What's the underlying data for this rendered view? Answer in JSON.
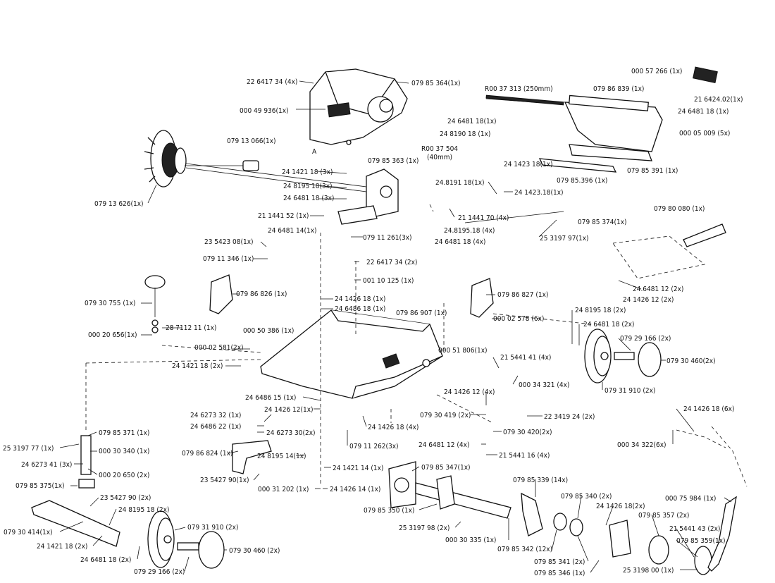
{
  "labels": [
    {
      "id": "l1",
      "text": "22 6417 34 (4x)"
    },
    {
      "id": "l2",
      "text": "079 85 364(1x)"
    },
    {
      "id": "l3",
      "text": "000 57 266 (1x)"
    },
    {
      "id": "l4",
      "text": "R00 37 313 (250mm)"
    },
    {
      "id": "l5",
      "text": "079 86 839 (1x)"
    },
    {
      "id": "l6",
      "text": "21 6424.02(1x)"
    },
    {
      "id": "l7",
      "text": "24 6481 18 (1x)"
    },
    {
      "id": "l8",
      "text": "000 49 936(1x)"
    },
    {
      "id": "l9",
      "text": "24 6481 18(1x)"
    },
    {
      "id": "l10",
      "text": "24 8190 18 (1x)"
    },
    {
      "id": "l11",
      "text": "000 05 009 (5x)"
    },
    {
      "id": "l12",
      "text": "079 13 066(1x)"
    },
    {
      "id": "l13",
      "text": "R00 37 504"
    },
    {
      "id": "l14",
      "text": "(40mm)"
    },
    {
      "id": "l15",
      "text": "24 1423 18(1x)"
    },
    {
      "id": "l16",
      "text": "079 85 363 (1x)"
    },
    {
      "id": "l17",
      "text": "079 85 391 (1x)"
    },
    {
      "id": "l18",
      "text": "24 1421 18 (3x)"
    },
    {
      "id": "l19",
      "text": "079 85.396 (1x)"
    },
    {
      "id": "l20",
      "text": "24 8195 18(3x)"
    },
    {
      "id": "l21",
      "text": "24 6481 18 (3x)"
    },
    {
      "id": "l22",
      "text": "24.8191 18(1x)"
    },
    {
      "id": "l23",
      "text": "24 1423.18(1x)"
    },
    {
      "id": "l24",
      "text": "079 13 626(1x)"
    },
    {
      "id": "l25",
      "text": "079 80 080 (1x)"
    },
    {
      "id": "l26",
      "text": "21 1441 52 (1x)"
    },
    {
      "id": "l27",
      "text": "21 1441 70 (4x)"
    },
    {
      "id": "l28",
      "text": "079 85 374(1x)"
    },
    {
      "id": "l29",
      "text": "24 6481 14(1x)"
    },
    {
      "id": "l30",
      "text": "079 11 261(3x)"
    },
    {
      "id": "l31",
      "text": "24.8195.18 (4x)"
    },
    {
      "id": "l32",
      "text": "25 3197 97(1x)"
    },
    {
      "id": "l33",
      "text": "23 5423 08(1x)"
    },
    {
      "id": "l34",
      "text": "24 6481 18 (4x)"
    },
    {
      "id": "l35",
      "text": "079 11 346 (1x)"
    },
    {
      "id": "l36",
      "text": "22 6417 34 (2x)"
    },
    {
      "id": "l37",
      "text": "001 10 125 (1x)"
    },
    {
      "id": "l38",
      "text": "24.6481 12 (2x)"
    },
    {
      "id": "l39",
      "text": "24 1426 12 (2x)"
    },
    {
      "id": "l40",
      "text": "079 30 755 (1x)"
    },
    {
      "id": "l41",
      "text": "079 86 826 (1x)"
    },
    {
      "id": "l42",
      "text": "24 1426 18 (1x)"
    },
    {
      "id": "l43",
      "text": "079 86 827 (1x)"
    },
    {
      "id": "l44",
      "text": "24 6486 18 (1x)"
    },
    {
      "id": "l45",
      "text": "079 86 907 (1x)"
    },
    {
      "id": "l46",
      "text": "24 8195 18 (2x)"
    },
    {
      "id": "l47",
      "text": "000 02 578 (6x)"
    },
    {
      "id": "l48",
      "text": "28 7112 11 (1x)"
    },
    {
      "id": "l49",
      "text": "24 6481 18 (2x)"
    },
    {
      "id": "l50",
      "text": "000 20 656(1x)"
    },
    {
      "id": "l51",
      "text": "000 50 386 (1x)"
    },
    {
      "id": "l52",
      "text": "079 29 166 (2x)"
    },
    {
      "id": "l53",
      "text": "000 02 581(2x)"
    },
    {
      "id": "l54",
      "text": "000 51 806(1x)"
    },
    {
      "id": "l55",
      "text": "079 30 460(2x)"
    },
    {
      "id": "l56",
      "text": "24 1421 18 (2x)"
    },
    {
      "id": "l57",
      "text": "21 5441 41 (4x)"
    },
    {
      "id": "l58",
      "text": "000 34 321 (4x)"
    },
    {
      "id": "l59",
      "text": "079 31 910 (2x)"
    },
    {
      "id": "l60",
      "text": "24 6486 15 (1x)"
    },
    {
      "id": "l61",
      "text": "24 1426 12 (4x)"
    },
    {
      "id": "l62",
      "text": "24 1426 18 (6x)"
    },
    {
      "id": "l63",
      "text": "24 6273 32 (1x)"
    },
    {
      "id": "l64",
      "text": "24 1426 12(1x)"
    },
    {
      "id": "l65",
      "text": "079 30 419 (2x)"
    },
    {
      "id": "l66",
      "text": "22 3419 24 (2x)"
    },
    {
      "id": "l67",
      "text": "24 6486 22 (1x)"
    },
    {
      "id": "l68",
      "text": "24 6273 30(2x)"
    },
    {
      "id": "l69",
      "text": "24 1426 18 (4x)"
    },
    {
      "id": "l70",
      "text": "079 30 420(2x)"
    },
    {
      "id": "l71",
      "text": "000 34 322(6x)"
    },
    {
      "id": "l72",
      "text": "079 85 371 (1x)"
    },
    {
      "id": "l73",
      "text": "079 11 262(3x)"
    },
    {
      "id": "l74",
      "text": "25 3197 77 (1x)"
    },
    {
      "id": "l75",
      "text": "000 30 340 (1x)"
    },
    {
      "id": "l76",
      "text": "079 86 824 (1x)"
    },
    {
      "id": "l77",
      "text": "24 8195 14(1x)"
    },
    {
      "id": "l78",
      "text": "24 6481 12 (4x)"
    },
    {
      "id": "l79",
      "text": "21 5441 16 (4x)"
    },
    {
      "id": "l80",
      "text": "24 6273 41 (3x)"
    },
    {
      "id": "l81",
      "text": "000 20 650 (2x)"
    },
    {
      "id": "l82",
      "text": "079 85 347(1x)"
    },
    {
      "id": "l83",
      "text": "24 1421 14 (1x)"
    },
    {
      "id": "l84",
      "text": "079 85 375(1x)"
    },
    {
      "id": "l85",
      "text": "23 5427 90(1x)"
    },
    {
      "id": "l86",
      "text": "000 31 202 (1x)"
    },
    {
      "id": "l87",
      "text": "24 1426 14 (1x)"
    },
    {
      "id": "l88",
      "text": "079 85 339 (14x)"
    },
    {
      "id": "l89",
      "text": "000 75 984 (1x)"
    },
    {
      "id": "l90",
      "text": "23 5427 90 (2x)"
    },
    {
      "id": "l91",
      "text": "24 8195 18 (2x)"
    },
    {
      "id": "l92",
      "text": "079 85 350 (1x)"
    },
    {
      "id": "l93",
      "text": "079 85 340 (2x)"
    },
    {
      "id": "l94",
      "text": "24 1426 18(2x)"
    },
    {
      "id": "l95",
      "text": "079 30 414(1x)"
    },
    {
      "id": "l96",
      "text": "079 31 910 (2x)"
    },
    {
      "id": "l97",
      "text": "25 3197 98 (2x)"
    },
    {
      "id": "l98",
      "text": "079 85 357 (2x)"
    },
    {
      "id": "l99",
      "text": "21 5441 43 (2x)"
    },
    {
      "id": "l100",
      "text": "24 1421 18 (2x)"
    },
    {
      "id": "l101",
      "text": "000 30 335 (1x)"
    },
    {
      "id": "l102",
      "text": "079 85 359(1x)"
    },
    {
      "id": "l103",
      "text": "079 85 342 (12x)"
    },
    {
      "id": "l104",
      "text": "079 30 460 (2x)"
    },
    {
      "id": "l105",
      "text": "24 6481 18 (2x)"
    },
    {
      "id": "l106",
      "text": "079 85 341 (2x)"
    },
    {
      "id": "l107",
      "text": "079 29 166 (2x)"
    },
    {
      "id": "l108",
      "text": "079 85 346 (1x)"
    },
    {
      "id": "l109",
      "text": "25 3198 00 (1x)"
    },
    {
      "id": "l110",
      "text": "A"
    }
  ]
}
